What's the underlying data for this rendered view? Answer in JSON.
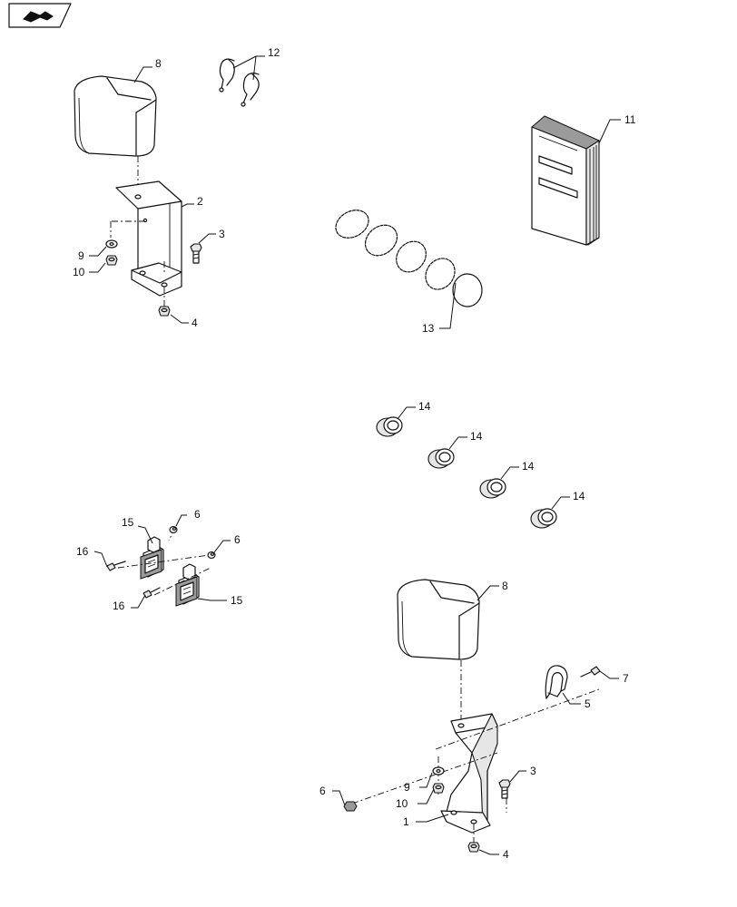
{
  "callouts": [
    {
      "id": "c8a",
      "text": "8"
    },
    {
      "id": "c12",
      "text": "12"
    },
    {
      "id": "c2",
      "text": "2"
    },
    {
      "id": "c3a",
      "text": "3"
    },
    {
      "id": "c9a",
      "text": "9"
    },
    {
      "id": "c10a",
      "text": "10"
    },
    {
      "id": "c4a",
      "text": "4"
    },
    {
      "id": "c11",
      "text": "11"
    },
    {
      "id": "c13",
      "text": "13"
    },
    {
      "id": "c14a",
      "text": "14"
    },
    {
      "id": "c14b",
      "text": "14"
    },
    {
      "id": "c14c",
      "text": "14"
    },
    {
      "id": "c14d",
      "text": "14"
    },
    {
      "id": "c15a",
      "text": "15"
    },
    {
      "id": "c6a",
      "text": "6"
    },
    {
      "id": "c16a",
      "text": "16"
    },
    {
      "id": "c6b",
      "text": "6"
    },
    {
      "id": "c16b",
      "text": "16"
    },
    {
      "id": "c15b",
      "text": "15"
    },
    {
      "id": "c8b",
      "text": "8"
    },
    {
      "id": "c7",
      "text": "7"
    },
    {
      "id": "c5",
      "text": "5"
    },
    {
      "id": "c3b",
      "text": "3"
    },
    {
      "id": "c9b",
      "text": "9"
    },
    {
      "id": "c6c",
      "text": "6"
    },
    {
      "id": "c10b",
      "text": "10"
    },
    {
      "id": "c1",
      "text": "1"
    },
    {
      "id": "c4b",
      "text": "4"
    }
  ]
}
